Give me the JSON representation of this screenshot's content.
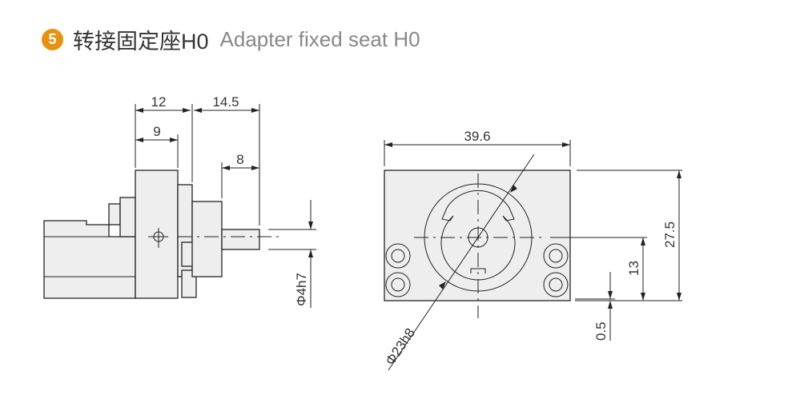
{
  "title": {
    "number": "5",
    "chinese": "转接固定座H0",
    "english": "Adapter fixed seat H0",
    "badge_color": "#e8910f"
  },
  "side_view": {
    "dims": {
      "d12": "12",
      "d14_5": "14.5",
      "d9": "9",
      "d8": "8",
      "shaft": "Φ4h7"
    }
  },
  "front_view": {
    "dims": {
      "width": "39.6",
      "height": "27.5",
      "center": "13",
      "offset": "0.5",
      "diameter": "Φ23h8"
    }
  }
}
